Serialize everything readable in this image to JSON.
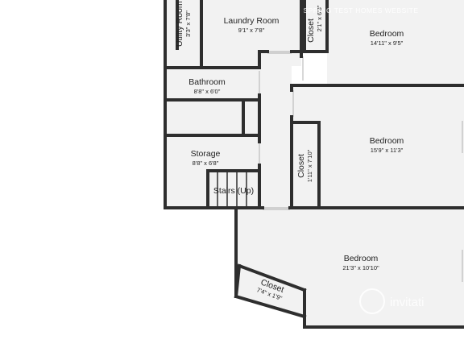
{
  "rooms": {
    "utility": {
      "name": "Utility Room",
      "dim": "3'3\" x 7'8\""
    },
    "laundry": {
      "name": "Laundry Room",
      "dim": "9'1\" x 7'8\""
    },
    "closet_top": {
      "name": "Closet",
      "dim": "2'1\" x 6'3\""
    },
    "bedroom_top": {
      "name": "Bedroom",
      "dim": "14'11\" x 9'5\""
    },
    "bathroom": {
      "name": "Bathroom",
      "dim": "8'8\" x 6'0\""
    },
    "bedroom_mid": {
      "name": "Bedroom",
      "dim": "15'9\" x 11'3\""
    },
    "closet_mid": {
      "name": "Closet",
      "dim": "1'11\" x 7'10\""
    },
    "storage": {
      "name": "Storage",
      "dim": "8'8\" x 6'8\""
    },
    "stairs": {
      "name": "Stairs (Up)"
    },
    "bedroom_bottom": {
      "name": "Bedroom",
      "dim": "21'3\" x 10'10\""
    },
    "closet_bottom": {
      "name": "Closet",
      "dim": "7'4\" x 1'9\""
    }
  },
  "watermark": {
    "top": "SPRING TEST HOMES WEBSITE",
    "brand": "invitati"
  },
  "colors": {
    "wall": "#2e2e2e",
    "floor": "#f2f2f2",
    "background": "#ffffff"
  }
}
